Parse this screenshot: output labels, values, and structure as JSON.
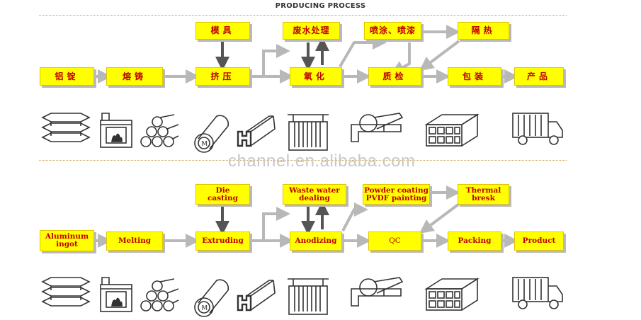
{
  "title": "PRODUCING PROCESS",
  "watermark": "channel.en.alibaba.com",
  "colors": {
    "box_fill": "#ffff00",
    "box_text": "#c00000",
    "arrow_gray": "#b8b8b8",
    "arrow_dark": "#555555"
  },
  "top_section": {
    "steps": {
      "ingot": "铝锭",
      "melting": "熔铸",
      "die": "模具",
      "extruding": "挤压",
      "waste_water": "废水处理",
      "anodizing": "氧化",
      "powder": "喷涂、喷漆",
      "thermal": "隔热",
      "qc": "质检",
      "packing": "包装",
      "product": "产品"
    }
  },
  "bottom_section": {
    "steps": {
      "ingot": "Aluminum\ningot",
      "melting": "Melting",
      "die": "Die\ncasting",
      "extruding": "Extruding",
      "waste_water": "Waste water\ndealing",
      "anodizing": "Anodizing",
      "powder": "Powder coating\nPVDF painting",
      "thermal": "Thermal\nbresk",
      "qc": "QC",
      "packing": "Packing",
      "product": "Product"
    }
  },
  "icons": [
    "ingot-stack-icon",
    "furnace-icon",
    "log-pile-icon",
    "die-mold-icon",
    "h-profile-icon",
    "anodizing-tank-icon",
    "qc-gauge-icon",
    "packed-tubes-icon",
    "truck-icon"
  ]
}
